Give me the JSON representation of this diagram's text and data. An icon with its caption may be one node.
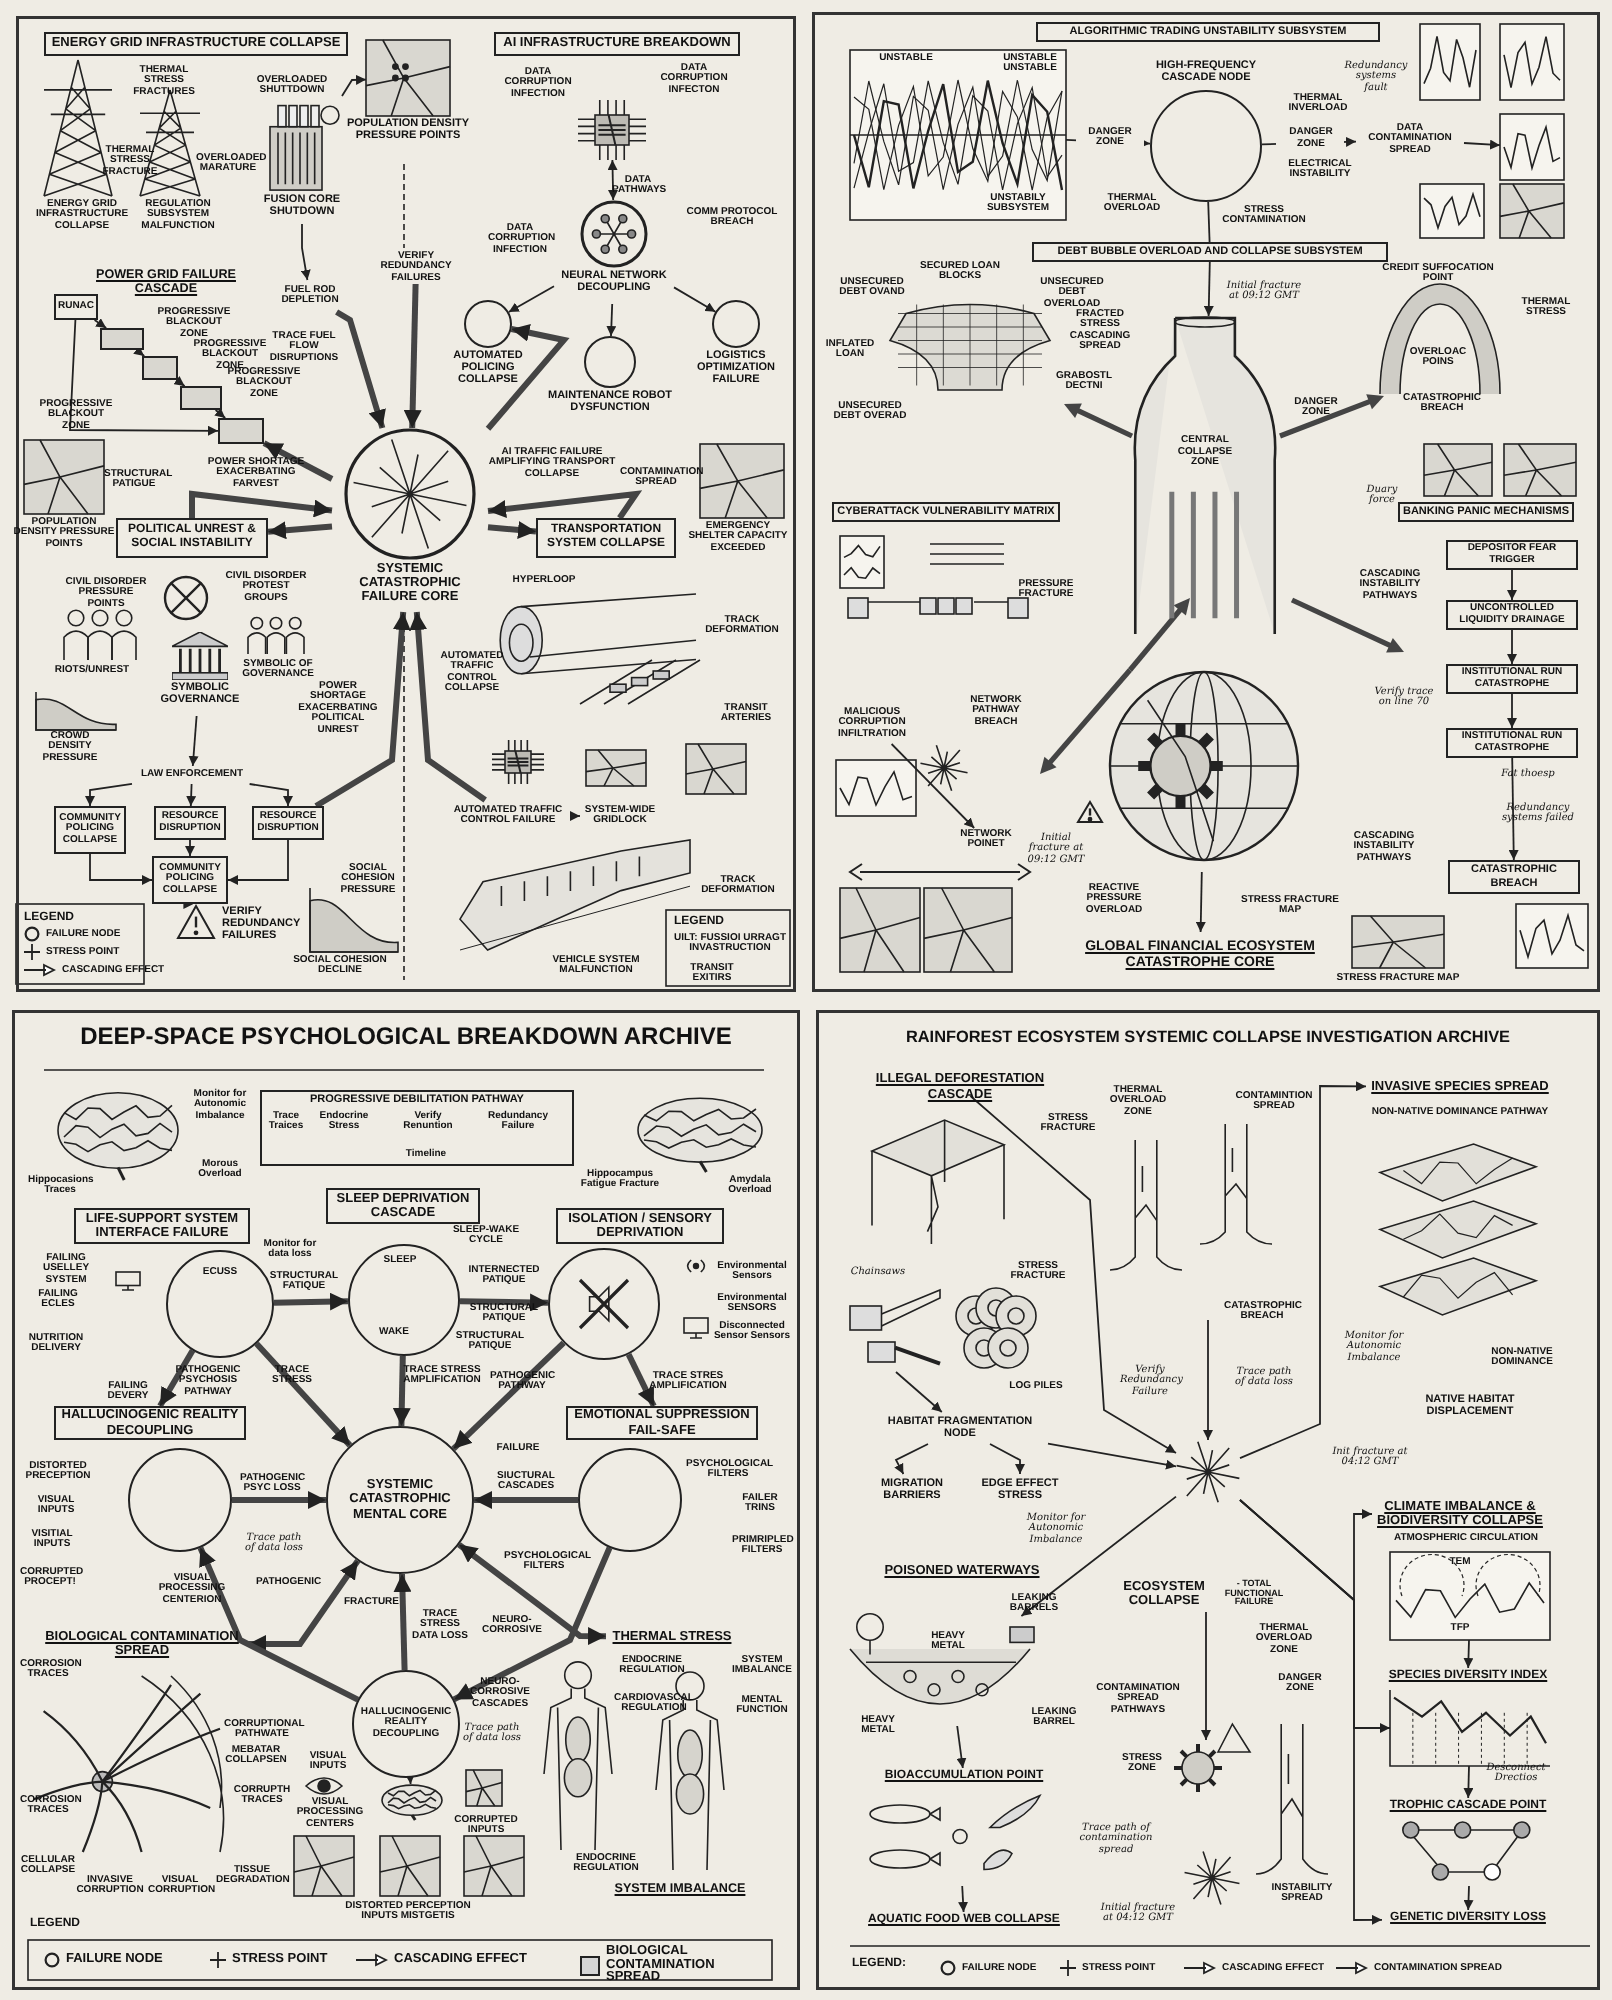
{
  "diagram": {
    "nodes": [
      {
        "text": [],
        "shape": "box"
      },
      {
        "text": [],
        "shape": "box"
      },
      {
        "text": [
          "DEEP-SPACE PSYCHOLOGICAL BREAKDOWN ARCHIVE"
        ]
      },
      {
        "text": [
          "RAINFOREST ECOSYSTEM SYSTEMIC COLLAPSE INVESTIGATION ARCHIVE"
        ]
      },
      {
        "text": [
          "ENERGY GRID INFRASTRUCTURE COLLAPSE"
        ],
        "in": 0
      },
      {
        "text": [
          "AI INFRASTRUCTURE BREAKDOWN"
        ],
        "in": 0
      },
      {
        "text": [
          "FUSION CORE SHUTDOWN"
        ],
        "in": 0
      },
      {
        "text": [],
        "shape": "picture",
        "beside": [
          "POPULATION DENSITY PRESSURE POINTS"
        ],
        "in": 0
      },
      {
        "text": [
          "RUNAC"
        ],
        "in": 0
      },
      {
        "text": [],
        "shape": "box",
        "in": 0
      },
      {
        "text": [],
        "shape": "box",
        "in": 0
      },
      {
        "text": [],
        "shape": "box",
        "in": 0
      },
      {
        "text": [],
        "shape": "box",
        "in": 0
      },
      {
        "text": [
          "FUEL ROD DEPLETION"
        ],
        "in": 0
      },
      {
        "text": [
          "NEURAL NETWORK DECOUPLING"
        ],
        "in": 0
      },
      {
        "text": [],
        "shape": "picture",
        "in": 0
      },
      {
        "text": [],
        "shape": "circle",
        "beside": [
          "AUTOMATED POLICING COLLAPSE"
        ],
        "in": 0
      },
      {
        "text": [],
        "shape": "circle",
        "beside": [
          "MAINTENANCE ROBOT DYSFUNCTION"
        ],
        "in": 0
      },
      {
        "text": [],
        "shape": "circle",
        "beside": [
          "LOGISTICS OPTIMIZATION FAILURE"
        ],
        "in": 0
      },
      {
        "text": [
          "SYSTEMIC CATASTROPHIC FAILURE CORE"
        ],
        "in": 0
      },
      {
        "text": [
          "POLITICAL UNREST & SOCIAL INSTABILITY"
        ],
        "in": 0
      },
      {
        "text": [
          "TRANSPORTATION SYSTEM COLLAPSE"
        ],
        "in": 0
      },
      {
        "text": [
          "SYMBOLIC GOVERNANCE"
        ],
        "in": 0
      },
      {
        "text": [
          "LAW ENFORCEMENT"
        ],
        "in": 0
      },
      {
        "text": [
          "COMMUNITY POLICING COLLAPSE"
        ],
        "in": 0
      },
      {
        "text": [
          "RESOURCE DISRUPTION"
        ],
        "in": 0
      },
      {
        "text": [
          "RESOURCE DISRUPTION"
        ],
        "in": 0
      },
      {
        "text": [
          "COMMUNITY POLICING COLLAPSE"
        ],
        "in": 0
      },
      {
        "text": [],
        "shape": "picture",
        "beside": [
          "VERIFY REDUNDANCY FAILURES"
        ],
        "in": 0
      },
      {
        "text": [
          "AUTOMATED TRAFFIC CONTROL FAILURE"
        ],
        "in": 0
      },
      {
        "text": [
          "SYSTEM-WIDE GRIDLOCK"
        ],
        "in": 0
      },
      {
        "text": [
          "ALGORITHMIC TRADING UNSTABILITY SUBSYSTEM"
        ],
        "in": 1
      },
      {
        "text": [],
        "shape": "picture",
        "in": 1
      },
      {
        "text": [],
        "shape": "circle",
        "beside": [
          "HIGH-FREQUENCY CASCADE NODE"
        ],
        "in": 1
      },
      {
        "text": [
          "DATA CONTAMINATION SPREAD"
        ],
        "in": 1
      },
      {
        "text": [
          "DEBT BUBBLE OVERLOAD AND COLLAPSE SUBSYSTEM"
        ],
        "in": 1
      },
      {
        "text": [
          "CENTRAL COLLAPSE ZONE"
        ],
        "in": 1
      },
      {
        "text": [
          "CYBERATTACK VULNERABILITY MATRIX"
        ],
        "in": 1
      },
      {
        "text": [
          "BANKING PANIC MECHANISMS"
        ],
        "in": 1
      },
      {
        "text": [
          "DEPOSITOR FEAR TRIGGER"
        ],
        "in": 1
      },
      {
        "text": [
          "UNCONTROLLED LIQUIDITY DRAINAGE"
        ],
        "in": 1
      },
      {
        "text": [
          "INSTITUTIONAL RUN CATASTROPHE"
        ],
        "in": 1
      },
      {
        "text": [
          "INSTITUTIONAL RUN CATASTROPHE"
        ],
        "in": 1
      },
      {
        "text": [
          "MALICIOUS CORRUPTION INFILTRATION"
        ],
        "in": 1
      },
      {
        "text": [
          "NETWORK POINET"
        ],
        "in": 1
      },
      {
        "text": [],
        "shape": "picture",
        "in": 1
      },
      {
        "text": [
          "CATASTROPHIC BREACH"
        ],
        "in": 1
      },
      {
        "text": [
          "GLOBAL FINANCIAL ECOSYSTEM CATASTROPHE CORE"
        ],
        "in": 1
      },
      {
        "text": [
          "PROGRESSIVE DEBILITATION PATHWAY"
        ],
        "in": 2
      },
      {
        "text": [
          "SLEEP DEPRIVATION CASCADE"
        ],
        "in": 2
      },
      {
        "text": [
          "LIFE-SUPPORT SYSTEM INTERFACE FAILURE"
        ],
        "in": 2
      },
      {
        "text": [
          "ISOLATION / SENSORY DEPRIVATION"
        ],
        "in": 2
      },
      {
        "text": [],
        "shape": "circle",
        "in": 2
      },
      {
        "text": [],
        "shape": "circle",
        "in": 2
      },
      {
        "text": [],
        "shape": "circle",
        "in": 2
      },
      {
        "text": [
          "HALLUCINOGENIC REALITY DECOUPLING"
        ],
        "in": 2
      },
      {
        "text": [
          "EMOTIONAL SUPPRESSION FAIL-SAFE"
        ],
        "in": 2
      },
      {
        "text": [],
        "shape": "circle",
        "in": 2
      },
      {
        "text": [
          "SYSTEMIC CATASTROPHIC MENTAL CORE"
        ],
        "in": 2
      },
      {
        "text": [],
        "shape": "circle",
        "in": 2
      },
      {
        "text": [
          "BIOLOGICAL CONTAMINATION SPREAD"
        ],
        "in": 2
      },
      {
        "text": [
          "THERMAL STRESS"
        ],
        "in": 2
      },
      {
        "text": [
          "HALLUCINOGENIC REALITY DECOUPLING"
        ],
        "in": 2
      },
      {
        "text": [],
        "shape": "picture",
        "in": 2
      },
      {
        "text": [
          "ILLEGAL DEFORESTATION CASCADE"
        ],
        "in": 3
      },
      {
        "text": [
          "INVASIVE SPECIES SPREAD"
        ],
        "in": 3
      },
      {
        "text": [
          "HABITAT FRAGMENTATION NODE"
        ],
        "in": 3
      },
      {
        "text": [
          "MIGRATION BARRIERS"
        ],
        "in": 3
      },
      {
        "text": [
          "EDGE EFFECT STRESS"
        ],
        "in": 3
      },
      {
        "text": [
          "NATIVE HABITAT DISPLACEMENT"
        ],
        "in": 3
      },
      {
        "text": [],
        "shape": "picture",
        "in": 3
      },
      {
        "text": [
          "CLIMATE IMBALANCE & BIODIVERSITY COLLAPSE"
        ],
        "in": 3
      },
      {
        "text": [
          "POISONED WATERWAYS"
        ],
        "in": 3
      },
      {
        "text": [
          "ECOSYSTEM COLLAPSE",
          "- TOTAL FUNCTIONAL FAILURE"
        ],
        "in": 3
      },
      {
        "text": [],
        "shape": "picture",
        "in": 3
      },
      {
        "text": [],
        "shape": "picture",
        "in": 3
      },
      {
        "text": [
          "SPECIES DIVERSITY INDEX"
        ],
        "in": 3
      },
      {
        "text": [],
        "shape": "picture",
        "in": 3
      },
      {
        "text": [
          "BIOACCUMULATION POINT"
        ],
        "in": 3
      },
      {
        "text": [],
        "shape": "picture",
        "in": 3
      },
      {
        "text": [
          "TROPHIC CASCADE POINT"
        ],
        "in": 3
      },
      {
        "text": [],
        "shape": "picture",
        "in": 3
      },
      {
        "text": [
          "AQUATIC FOOD WEB COLLAPSE"
        ],
        "in": 3
      },
      {
        "text": [
          "GENETIC DIVERSITY LOSS"
        ],
        "in": 3
      },
      {
        "text": [
          "VERIFY REDUNDANCY FAILURES"
        ],
        "in": 0
      },
      {
        "text": [],
        "shape": "picture",
        "in": 1
      }
    ],
    "edges": [
      {
        "from": 6,
        "to": 7,
        "arrow": "to"
      },
      {
        "from": 6,
        "to": 13,
        "arrow": "to"
      },
      {
        "from": 8,
        "to": 9,
        "arrow": "to"
      },
      {
        "from": 9,
        "to": 10,
        "arrow": "to"
      },
      {
        "from": 10,
        "to": 11,
        "arrow": "to"
      },
      {
        "from": 11,
        "to": 12,
        "arrow": "to"
      },
      {
        "from": 8,
        "to": 12,
        "arrow": "to"
      },
      {
        "from": 15,
        "to": 14,
        "arrow": "both"
      },
      {
        "from": 14,
        "to": 16,
        "arrow": "to"
      },
      {
        "from": 14,
        "to": 17,
        "arrow": "to"
      },
      {
        "from": 14,
        "to": 18,
        "arrow": "to"
      },
      {
        "from": 19,
        "to": 12,
        "arrow": "to",
        "style": "thick"
      },
      {
        "from": 19,
        "to": 16,
        "arrow": "to",
        "style": "thick"
      },
      {
        "from": 13,
        "to": 19,
        "arrow": "to",
        "style": "thick"
      },
      {
        "from": 84,
        "to": 19,
        "arrow": "to",
        "style": "thick"
      },
      {
        "from": 20,
        "to": 19,
        "arrow": "to",
        "style": "thick"
      },
      {
        "from": 21,
        "to": 19,
        "arrow": "to",
        "style": "thick"
      },
      {
        "from": 19,
        "to": 20,
        "arrow": "to",
        "style": "thick"
      },
      {
        "from": 19,
        "to": 21,
        "arrow": "to",
        "style": "thick"
      },
      {
        "from": 26,
        "to": 19,
        "arrow": "to",
        "style": "thick"
      },
      {
        "from": 29,
        "to": 19,
        "arrow": "to",
        "style": "thick"
      },
      {
        "from": 22,
        "to": 23,
        "arrow": "to"
      },
      {
        "from": 23,
        "to": 24,
        "arrow": "to"
      },
      {
        "from": 23,
        "to": 25,
        "arrow": "to"
      },
      {
        "from": 23,
        "to": 26,
        "arrow": "to"
      },
      {
        "from": 24,
        "to": 27,
        "arrow": "to"
      },
      {
        "from": 25,
        "to": 27,
        "arrow": "to"
      },
      {
        "from": 26,
        "to": 27,
        "arrow": "to"
      },
      {
        "from": 27,
        "to": 28,
        "arrow": "to"
      },
      {
        "from": 29,
        "to": 30,
        "arrow": "to"
      },
      {
        "from": 32,
        "to": 33,
        "arrow": "to",
        "label": "DANGER ZONE"
      },
      {
        "from": 33,
        "to": 34,
        "arrow": "to",
        "label": "DANGER ZONE"
      },
      {
        "from": 33,
        "to": 35,
        "arrow": "none"
      },
      {
        "from": 35,
        "to": 36,
        "arrow": "to"
      },
      {
        "from": 39,
        "to": 40,
        "arrow": "to"
      },
      {
        "from": 40,
        "to": 41,
        "arrow": "to"
      },
      {
        "from": 41,
        "to": 42,
        "arrow": "to"
      },
      {
        "from": 42,
        "to": 46,
        "arrow": "to"
      },
      {
        "from": 43,
        "to": 44,
        "arrow": "to"
      },
      {
        "from": 45,
        "to": 47,
        "arrow": "to"
      },
      {
        "from": 34,
        "to": 85,
        "arrow": "to"
      },
      {
        "from": 52,
        "to": 53,
        "arrow": "to",
        "style": "thick"
      },
      {
        "from": 53,
        "to": 54,
        "arrow": "to",
        "style": "thick"
      },
      {
        "from": 52,
        "to": 58,
        "arrow": "to",
        "style": "thick"
      },
      {
        "from": 53,
        "to": 58,
        "arrow": "to",
        "style": "thick"
      },
      {
        "from": 54,
        "to": 58,
        "arrow": "to",
        "style": "thick"
      },
      {
        "from": 52,
        "to": 55,
        "arrow": "to",
        "style": "thick"
      },
      {
        "from": 54,
        "to": 56,
        "arrow": "to",
        "style": "thick"
      },
      {
        "from": 57,
        "to": 58,
        "arrow": "to",
        "style": "thick"
      },
      {
        "from": 59,
        "to": 58,
        "arrow": "to",
        "style": "thick"
      },
      {
        "from": 62,
        "to": 58,
        "arrow": "to",
        "style": "thick"
      },
      {
        "from": 58,
        "to": 60,
        "arrow": "both",
        "style": "thick"
      },
      {
        "from": 58,
        "to": 61,
        "arrow": "both",
        "style": "thick"
      },
      {
        "from": 62,
        "to": 57,
        "arrow": "to",
        "style": "thick"
      },
      {
        "from": 59,
        "to": 62,
        "arrow": "to",
        "style": "thick"
      },
      {
        "from": 62,
        "to": 63,
        "arrow": "to"
      },
      {
        "from": 66,
        "to": 67,
        "arrow": "to"
      },
      {
        "from": 66,
        "to": 68,
        "arrow": "to"
      },
      {
        "from": 66,
        "to": 70,
        "arrow": "to"
      },
      {
        "from": 64,
        "to": 70,
        "arrow": "to"
      },
      {
        "from": 70,
        "to": 65,
        "arrow": "to"
      },
      {
        "from": 70,
        "to": 75,
        "arrow": "to"
      },
      {
        "from": 70,
        "to": 71,
        "arrow": "to"
      },
      {
        "from": 70,
        "to": 77,
        "arrow": "to"
      },
      {
        "from": 70,
        "to": 83,
        "arrow": "to"
      },
      {
        "from": 73,
        "to": null,
        "arrow": "to"
      },
      {
        "from": 75,
        "to": 78,
        "arrow": "to"
      },
      {
        "from": 79,
        "to": 82,
        "arrow": "to"
      },
      {
        "from": 74,
        "to": 76,
        "arrow": "to"
      },
      {
        "from": 77,
        "to": 80,
        "arrow": "to"
      },
      {
        "from": 81,
        "to": 83,
        "arrow": "to"
      },
      {
        "from": null,
        "to": 66,
        "arrow": "to"
      },
      {
        "from": null,
        "to": 70,
        "arrow": "to"
      }
    ],
    "labels": [
      "THERMAL STRESS FRACTURES",
      "OVERLOADED SHUTTDOWN",
      "THERMAL STRESS FRACTURE",
      "OVERLOADED MARATURE",
      "ENERGY GRID INFRASTRUCTURE COLLAPSE",
      "REGULATION SUBSYSTEM MALFUNCTION",
      "POWER GRID FAILURE CASCADE",
      "TRACE FUEL FLOW DISRUPTIONS",
      "PROGRESSIVE BLACKOUT ZONE",
      "PROGRESSIVE BLACKOUT ZONE",
      "PROGRESSIVE BLACKOUT ZONE",
      "PROGRESSIVE BLACKOUT ZONE",
      "DATA CORRUPTION INFECTION",
      "DATA CORRUPTION INFECTON",
      "DATA PATHWAYS",
      "COMM PROTOCOL BREACH",
      "DATA CORRUPTION INFECTION",
      "STRUCTURAL PATIGUE",
      "POPULATION DENSITY PRESSURE POINTS",
      "POWER SHORTAGE EXACERBATING FARVEST",
      "AI TRAFFIC FAILURE AMPLIFYING TRANSPORT COLLAPSE",
      "CONTAMINATION SPREAD",
      "EMERGENCY SHELTER CAPACITY EXCEEDED",
      "CIVIL DISORDER PRESSURE POINTS",
      "CIVIL DISORDER PROTEST GROUPS",
      "RIOTS/UNREST",
      "SYMBOLIC OF GOVERNANCE",
      "CROWD DENSITY PRESSURE",
      "POWER SHORTAGE EXACERBATING POLITICAL UNREST",
      "AUTOMATED TRAFFIC CONTROL COLLAPSE",
      "HYPERLOOP",
      "TRACK DEFORMATION",
      "TRANSIT ARTERIES",
      "SOCIAL COHESION PRESSURE",
      "SOCIAL COHESION DECLINE",
      "TRACK DEFORMATION",
      "VEHICLE SYSTEM MALFUNCTION",
      "LEGEND",
      "LEGEND",
      "UILT: FUSSIOI URRAGT INVASTRUCTION",
      "TRANSIT EXITIRS",
      "UNSTABLE",
      "UNSTABLE UNSTABLE",
      "UNSTABILY SUBSYSTEM",
      "THERMAL INVERLOAD",
      "ELECTRICAL INSTABILITY",
      "THERMAL OVERLOAD",
      "STRESS CONTAMINATION",
      "Redundancy systems fault",
      "SECURED LOAN BLOCKS",
      "UNSECURED DEBT OVAND",
      "UNSECURED DEBT OVERLOAD",
      "FRACTED STRESS CASCADING SPREAD",
      "INFLATED LOAN",
      "GRABOSTL DECTNI",
      "UNSECURED DEBT OVERAD",
      "Initial fracture at 09:12 GMT",
      "CREDIT SUFFOCATION POINT",
      "THERMAL STRESS",
      "OVERLOAC POINS",
      "DANGER ZONE",
      "CATASTROPHIC BREACH",
      "Duary force",
      "PRESSURE FRACTURE",
      "CASCADING INSTABILITY PATHWAYS",
      "Verify trace on line 70",
      "Fat thoesp",
      "Redundancy systems failed",
      "NETWORK PATHWAY BREACH",
      "Initial fracture at 09:12 GMT",
      "REACTIVE PRESSURE OVERLOAD",
      "STRESS FRACTURE MAP",
      "CASCADING INSTABILITY PATHWAYS",
      "STRESS FRACTURE MAP",
      "Monitor for Autonomic Imbalance",
      "Morous Overload",
      "Hippocasions Traces",
      "Trace Traices",
      "Endocrine Stress",
      "Verify Renuntion",
      "Redundancy Failure",
      "Timeline",
      "Hippocampus Fatigue Fracture",
      "Amydala Overload",
      "FAILING USELLEY SYSTEM",
      "FAILING ECLES",
      "NUTRITION DELIVERY",
      "FAILING DEVERY",
      "ECUSS",
      "Monitor for data loss",
      "STRUCTURAL FATIQUE",
      "PATHOGENIC PSYCHOSIS PATHWAY",
      "TRACE STRESS",
      "SLEEP",
      "SLEEP-WAKE CYCLE",
      "WAKE",
      "INTERNECTED PATIQUE",
      "STRUCTURAL PATIQUE",
      "STRUCTURAL PATIQUE",
      "TRACE STRESS AMPLIFICATION",
      "PATHOGENIC PATHWAY",
      "Environmental Sensors",
      "Environmental SENSORS",
      "Disconnected Sensor Sensors",
      "TRACE STRES AMPLIFICATION",
      "DISTORTED PRECEPTION",
      "VISUAL INPUTS",
      "VISITIAL INPUTS",
      "CORRUPTED PROCEPT!",
      "VISUAL PROCESSING CENTERION",
      "PATHOGENIC PSYC LOSS",
      "Trace path of data loss",
      "FAILURE",
      "SIUCTURAL CASCADES",
      "PSYCHOLOGICAL FILTERS",
      "FAILER TRINS",
      "PRIMRIPLED FILTERS",
      "PSYCHOLOGICAL FILTERS",
      "FRACTURE",
      "PATHOGENIC",
      "TRACE STRESS DATA LOSS",
      "NEURO-CORROSIVE",
      "NEURO-CORROSIVE CASCADES",
      "CORROSION TRACES",
      "CORRUPTIONAL PATHWATE",
      "MEBATAR COLLAPSEN",
      "CORRUPTH TRACES",
      "CORROSION TRACES",
      "CELLULAR COLLAPSE",
      "INVASIVE CORRUPTION",
      "VISUAL CORRUPTION",
      "TISSUE DEGRADATION",
      "VISUAL INPUTS",
      "VISUAL PROCESSING CENTERS",
      "Trace path of data loss",
      "CORRUPTED INPUTS",
      "DISTORTED PERCEPTION INPUTS MISTGETIS",
      "ENDOCRINE REGULATION",
      "SYSTEM IMBALANCE",
      "CARDIOVASCAL REGULATION",
      "MENTAL FUNCTION",
      "ENDOCRINE REGULATION",
      "SYSTEM IMBALANCE",
      "LEGEND",
      "THERMAL OVERLOAD ZONE",
      "CONTAMINTION SPREAD",
      "NON-NATIVE DOMINANCE PATHWAY",
      "STRESS FRACTURE",
      "STRESS FRACTURE",
      "Chainsaws",
      "CATASTROPHIC BREACH",
      "LOG PILES",
      "Verify Redundancy Failure",
      "Trace path of data loss",
      "Monitor for Autonomic Imbalance",
      "NON-NATIVE DOMINANCE",
      "Init fracture at 04:12 GMT",
      "Monitor for Autonomic Imbalance",
      "ATMOSPHERIC CIRCULATION",
      "TEM",
      "TFP",
      "LEAKING BARRELS",
      "THERMAL OVERLOAD ZONE",
      "HEAVY METAL",
      "CONTAMINATION SPREAD PATHWAYS",
      "DANGER ZONE",
      "HEAVY METAL",
      "LEAKING BARREL",
      "STRESS ZONE",
      "Desconnect Drectios",
      "Trace path of contamination spread",
      "INSTABILITY SPREAD",
      "Initial fracture at 04:12 GMT",
      "LEGEND:"
    ],
    "legend": [
      {
        "text": "FAILURE NODE"
      },
      {
        "text": "STRESS POINT"
      },
      {
        "text": "CASCADING EFFECT"
      },
      {
        "text": "FAILURE NODE"
      },
      {
        "text": "STRESS POINT"
      },
      {
        "text": "CASCADING EFFECT"
      },
      {
        "text": "BIOLOGICAL CONTAMINATION SPREAD",
        "color": "#d4d4d4"
      },
      {
        "text": "FAILURE NODE"
      },
      {
        "text": "STRESS POINT"
      },
      {
        "text": "CASCADING EFFECT"
      },
      {
        "text": "CONTAMINATION SPREAD"
      }
    ]
  }
}
